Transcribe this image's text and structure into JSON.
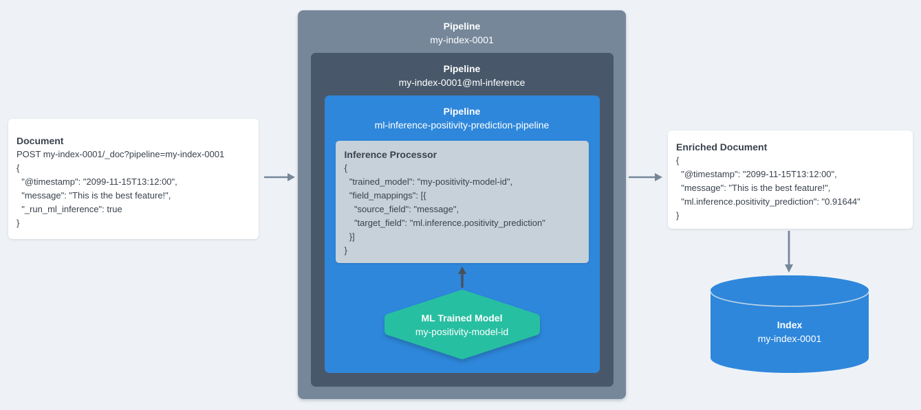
{
  "colors": {
    "background": "#EEF2F6",
    "card_bg": "#FFFFFF",
    "outer_pipeline_bg": "#76879A",
    "inner_pipeline_bg": "#48586A",
    "ml_pipeline_bg": "#2E87DB",
    "processor_bg": "#C7D1D9",
    "model_hexagon_bg": "#27BFA1",
    "index_cylinder_bg": "#2E87DB",
    "arrow_gray": "#76879A",
    "arrow_dark": "#47515C",
    "text_dark": "#39424D",
    "text_white": "#FFFFFF"
  },
  "document_card": {
    "title": "Document",
    "lines": [
      "POST my-index-0001/_doc?pipeline=my-index-0001",
      "{",
      "  \"@timestamp\": \"2099-11-15T13:12:00\",",
      "  \"message\": \"This is the best feature!\",",
      "  \"_run_ml_inference\": true",
      "}"
    ]
  },
  "outer_pipeline": {
    "title": "Pipeline",
    "name": "my-index-0001"
  },
  "inner_pipeline": {
    "title": "Pipeline",
    "name": "my-index-0001@ml-inference"
  },
  "ml_pipeline": {
    "title": "Pipeline",
    "name": "ml-inference-positivity-prediction-pipeline"
  },
  "inference_processor": {
    "title": "Inference Processor",
    "lines": [
      "{",
      "  \"trained_model\": \"my-positivity-model-id\",",
      "  \"field_mappings\": [{",
      "    \"source_field\": \"message\",",
      "    \"target_field\": \"ml.inference.positivity_prediction\"",
      "  }]",
      "}"
    ]
  },
  "ml_model": {
    "title": "ML Trained Model",
    "name": "my-positivity-model-id"
  },
  "enriched_card": {
    "title": "Enriched Document",
    "lines": [
      "{",
      "  \"@timestamp\": \"2099-11-15T13:12:00\",",
      "  \"message\": \"This is the best feature!\",",
      "  \"ml.inference.positivity_prediction\": \"0.91644\"",
      "}"
    ]
  },
  "index": {
    "title": "Index",
    "name": "my-index-0001"
  }
}
